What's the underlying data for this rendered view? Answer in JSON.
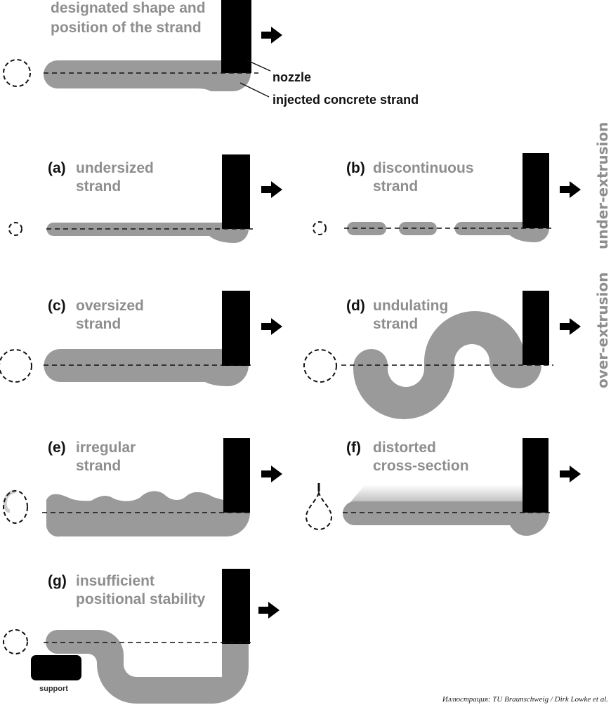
{
  "header": {
    "title_line1": "designated shape and",
    "title_line2": "position of the strand",
    "nozzle_label": "nozzle",
    "strand_label": "injected concrete strand"
  },
  "panels": {
    "a": {
      "letter": "(a)",
      "line1": "undersized",
      "line2": "strand"
    },
    "b": {
      "letter": "(b)",
      "line1": "discontinuous",
      "line2": "strand"
    },
    "c": {
      "letter": "(c)",
      "line1": "oversized",
      "line2": "strand"
    },
    "d": {
      "letter": "(d)",
      "line1": "undulating",
      "line2": "strand"
    },
    "e": {
      "letter": "(e)",
      "line1": "irregular",
      "line2": "strand"
    },
    "f": {
      "letter": "(f)",
      "line1": "distorted",
      "line2": "cross-section"
    },
    "g": {
      "letter": "(g)",
      "line1": "insufficient",
      "line2": "positional stability"
    }
  },
  "side_labels": {
    "under": "under-extrusion",
    "over": "over-extrusion"
  },
  "support_label": "support",
  "credit": "Иллюстрация: TU Braunschweig / Dirk Lowke et al.",
  "colors": {
    "strand": "#9a9a9a",
    "nozzle": "#000000",
    "title": "#8e8e8e"
  }
}
